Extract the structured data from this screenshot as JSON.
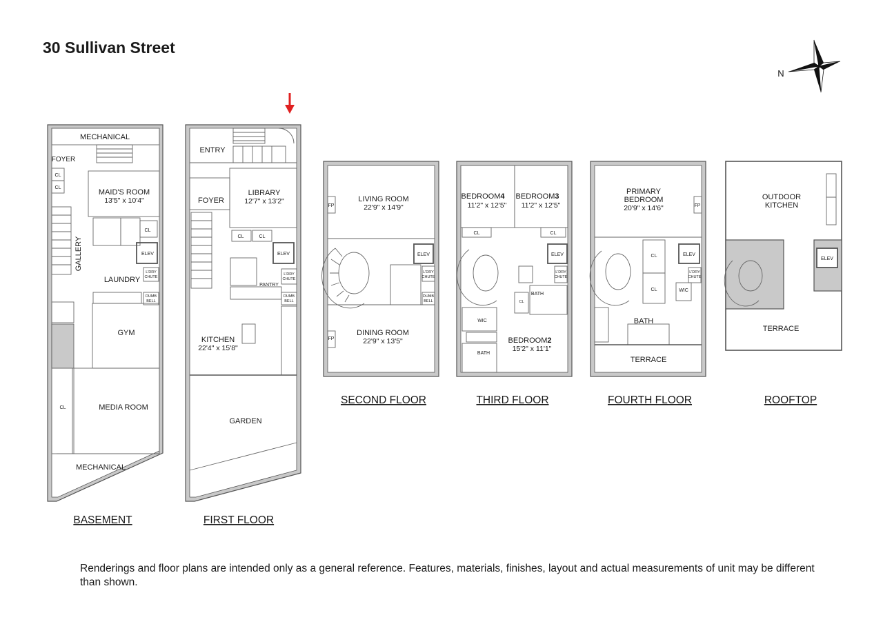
{
  "title": "30 Sullivan Street",
  "compass": {
    "label": "N",
    "icon": "compass-rose-icon"
  },
  "entry_marker": {
    "icon": "red-arrow-down-icon",
    "color": "#e02020"
  },
  "floors": {
    "basement": {
      "name": "BASEMENT",
      "rooms": {
        "mechanical_top": "MECHANICAL",
        "foyer": "FOYER",
        "cl1": "CL",
        "cl2": "CL",
        "maids_room": "MAID'S ROOM",
        "maids_room_dim": "13'5\" x 10'4\"",
        "cl_maid": "CL",
        "gallery": "GALLERY",
        "elev": "ELEV",
        "laundry": "LAUNDRY",
        "ldry_chute_1": "L'DRY",
        "ldry_chute_2": "CHUTE",
        "dumb_1": "DUMB",
        "dumb_2": "BELL",
        "gym": "GYM",
        "cl_media": "CL",
        "media_room": "MEDIA ROOM",
        "mechanical_bottom": "MECHANICAL"
      }
    },
    "first": {
      "name": "FIRST FLOOR",
      "rooms": {
        "entry": "ENTRY",
        "foyer": "FOYER",
        "library": "LIBRARY",
        "library_dim": "12'7\" x 13'2\"",
        "cl1": "CL",
        "cl2": "CL",
        "elev": "ELEV",
        "pantry": "PANTRY",
        "ldry_chute_1": "L'DRY",
        "ldry_chute_2": "CHUTE",
        "dumb_1": "DUMB",
        "dumb_2": "BELL",
        "kitchen": "KITCHEN",
        "kitchen_dim": "22'4\" x 15'8\"",
        "garden": "GARDEN"
      }
    },
    "second": {
      "name": "SECOND FLOOR",
      "rooms": {
        "living_room": "LIVING ROOM",
        "living_room_dim": "22'9\" x 14'9\"",
        "fp1": "FP",
        "elev": "ELEV",
        "ldry_chute_1": "L'DRY",
        "ldry_chute_2": "CHUTE",
        "dumb_1": "DUMB",
        "dumb_2": "BELL",
        "dining_room": "DINING ROOM",
        "dining_room_dim": "22'9\" x 13'5\"",
        "fp2": "FP"
      }
    },
    "third": {
      "name": "THIRD FLOOR",
      "rooms": {
        "bedroom4_a": "BEDROOM",
        "bedroom4_b": "4",
        "bedroom4_dim": "11'2\" x 12'5\"",
        "bedroom3_a": "BEDROOM",
        "bedroom3_b": "3",
        "bedroom3_dim": "11'2\" x 12'5\"",
        "cl1": "CL",
        "cl2": "CL",
        "elev": "ELEV",
        "ldry_chute_1": "L'DRY",
        "ldry_chute_2": "CHUTE",
        "bath1": "BATH",
        "cl3": "CL",
        "wic": "WIC",
        "bedroom2_a": "BEDROOM",
        "bedroom2_b": "2",
        "bedroom2_dim": "15'2\" x 11'1\"",
        "bath2": "BATH"
      }
    },
    "fourth": {
      "name": "FOURTH FLOOR",
      "rooms": {
        "primary_1": "PRIMARY",
        "primary_2": "BEDROOM",
        "primary_dim": "20'9\" x 14'6\"",
        "fp": "FP",
        "cl1": "CL",
        "cl2": "CL",
        "elev": "ELEV",
        "ldry_chute_1": "L'DRY",
        "ldry_chute_2": "CHUTE",
        "wic": "WIC",
        "bath": "BATH",
        "terrace": "TERRACE"
      }
    },
    "rooftop": {
      "name": "ROOFTOP",
      "rooms": {
        "outdoor_1": "OUTDOOR",
        "outdoor_2": "KITCHEN",
        "elev": "ELEV",
        "terrace": "TERRACE"
      }
    }
  },
  "disclaimer": "Renderings and floor plans are intended only as a general reference. Features, materials, finishes, layout and actual measurements of unit may be different than shown."
}
